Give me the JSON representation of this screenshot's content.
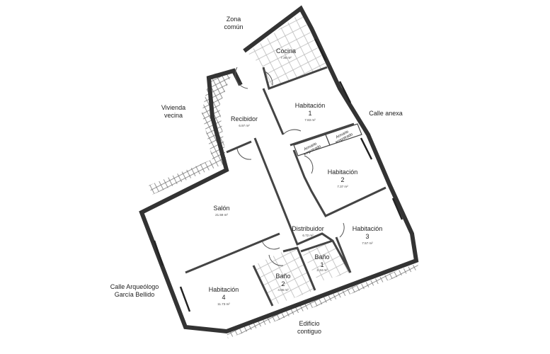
{
  "surroundings": {
    "zona_comun": [
      "Zona",
      "común"
    ],
    "vivienda_vecina": [
      "Vivienda",
      "vecina"
    ],
    "calle_anexa": "Calle anexa",
    "calle_arqueologo": [
      "Calle Arqueólogo",
      "García Bellido"
    ],
    "edificio_contiguo": [
      "Edificio",
      "contiguo"
    ]
  },
  "rooms": {
    "cocina": {
      "name": "Cocina",
      "area": "7.36 m²"
    },
    "habitacion1": {
      "name": "Habitación",
      "num": "1",
      "area": "7.83 m²"
    },
    "recibidor": {
      "name": "Recibidor",
      "area": "6.97 m²"
    },
    "armario1": [
      "Armario",
      "empotrado"
    ],
    "armario2": [
      "Armario",
      "empotrado"
    ],
    "habitacion2": {
      "name": "Habitación",
      "num": "2",
      "area": "7.37 m²"
    },
    "salon": {
      "name": "Salón",
      "area": "21.59 m²"
    },
    "distribuidor": {
      "name": "Distribuidor",
      "area": "6.72 m²"
    },
    "habitacion3": {
      "name": "Habitación",
      "num": "3",
      "area": "7.57 m²"
    },
    "bano1": {
      "name": "Baño",
      "num": "1",
      "area": "2.34 m²"
    },
    "bano2": {
      "name": "Baño",
      "num": "2",
      "area": "4.06 m²"
    },
    "habitacion4": {
      "name": "Habitación",
      "num": "4",
      "area": "11.73 m²"
    }
  }
}
